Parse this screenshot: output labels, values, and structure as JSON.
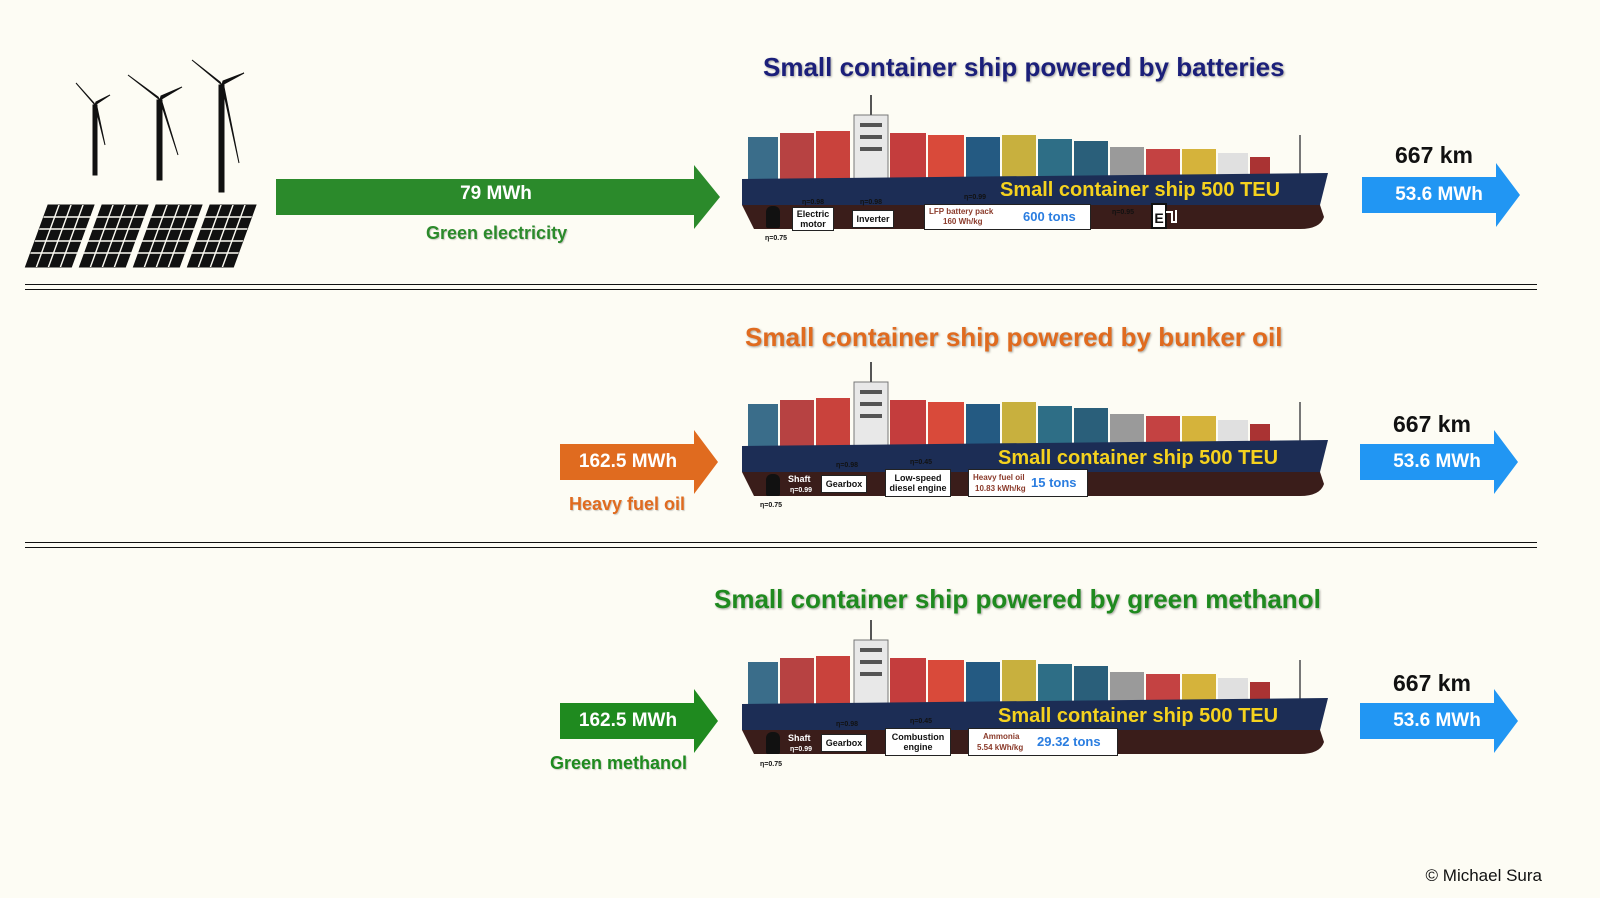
{
  "rows": [
    {
      "title": "Small container ship powered by batteries",
      "title_color": "#1b1f7a",
      "input_value": "79 MWh",
      "input_color": "#2b8a2b",
      "input_label": "Green electricity",
      "ship_label": "Small container ship 500 TEU",
      "components": [
        "Electric motor",
        "Inverter",
        "LFP battery pack",
        "160 Wh/kg"
      ],
      "efficiencies": [
        "η=0.75",
        "η=0.98",
        "η=0.98",
        "η=0.99",
        "η=0.95"
      ],
      "mass": "600 tons",
      "distance": "667 km",
      "output_value": "53.6 MWh",
      "icon": "charging-plug-icon"
    },
    {
      "title": "Small container ship powered by bunker oil",
      "title_color": "#e06b1f",
      "input_value": "162.5 MWh",
      "input_color": "#e06b1f",
      "input_label": "Heavy fuel oil",
      "ship_label": "Small container ship 500 TEU",
      "components": [
        "Shaft",
        "Gearbox",
        "Low-speed diesel engine",
        "Heavy fuel oil",
        "10.83 kWh/kg"
      ],
      "efficiencies": [
        "η=0.75",
        "η=0.99",
        "η=0.98",
        "η=0.45"
      ],
      "mass": "15 tons",
      "distance": "667 km",
      "output_value": "53.6 MWh"
    },
    {
      "title": "Small container ship powered by green methanol",
      "title_color": "#1f8a1f",
      "input_value": "162.5 MWh",
      "input_color": "#1f8a1f",
      "input_label": "Green methanol",
      "ship_label": "Small container ship 500 TEU",
      "components": [
        "Shaft",
        "Gearbox",
        "Combustion engine",
        "Ammonia",
        "5.54 kWh/kg"
      ],
      "efficiencies": [
        "η=0.75",
        "η=0.99",
        "η=0.98",
        "η=0.45"
      ],
      "mass": "29.32 tons",
      "distance": "667 km",
      "output_value": "53.6 MWh"
    }
  ],
  "output_color": "#2196f3",
  "copyright": "© Michael Sura",
  "icons": [
    "wind-turbine-icon",
    "solar-panel-icon",
    "propeller-icon"
  ]
}
